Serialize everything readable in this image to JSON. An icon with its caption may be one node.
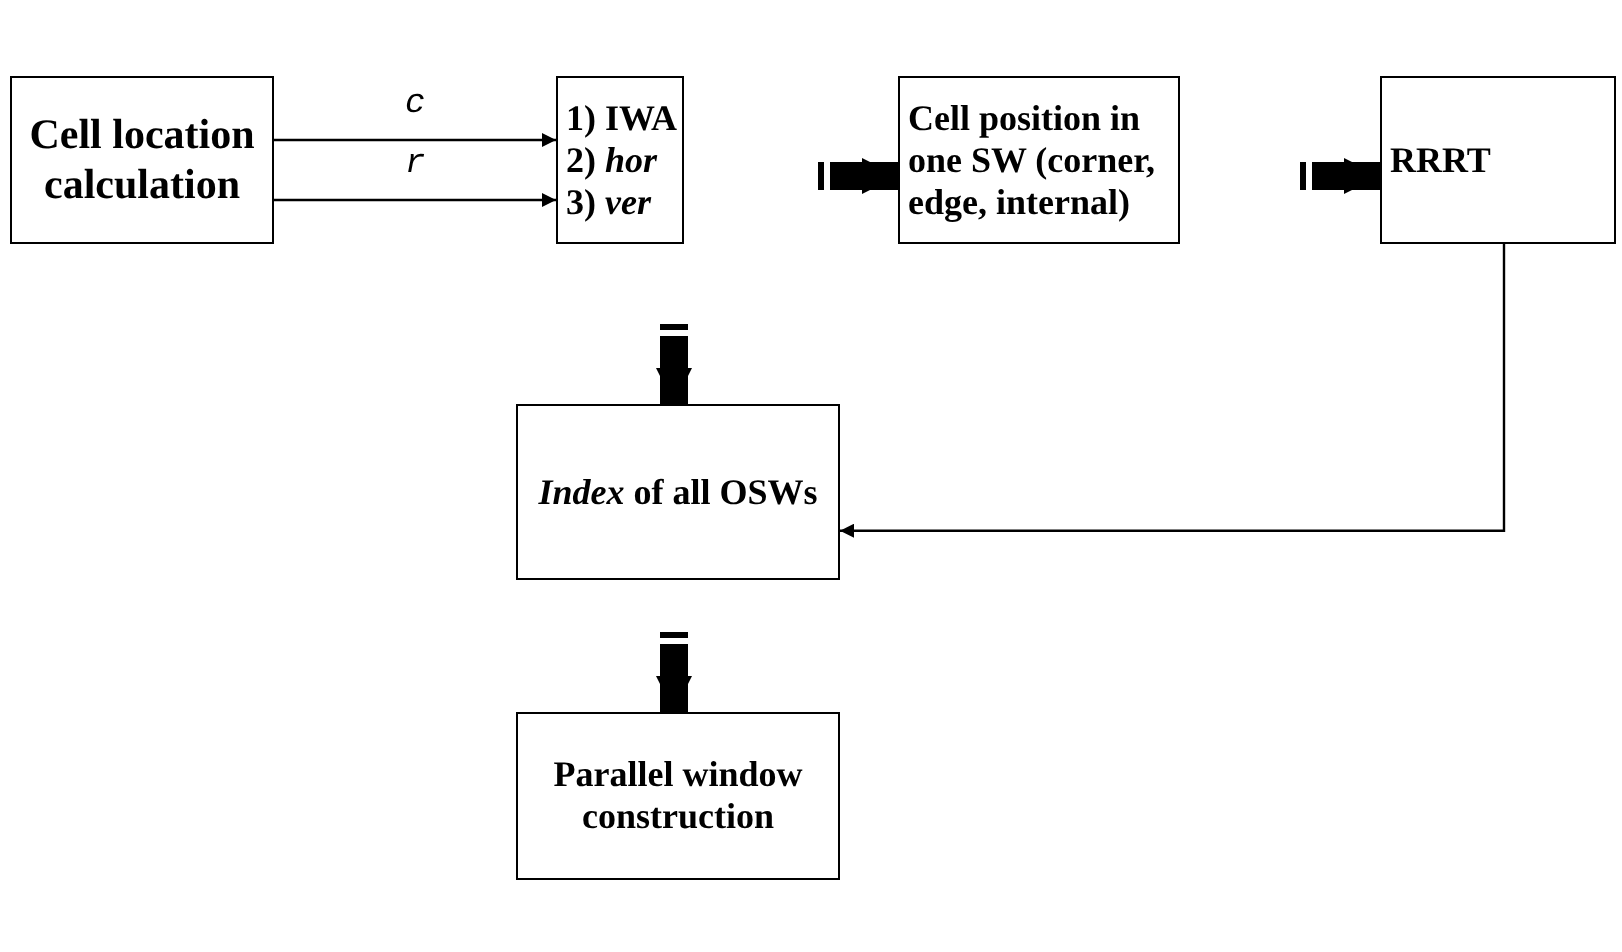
{
  "diagram": {
    "nodes": [
      {
        "text": [
          "Cell location calculation"
        ]
      },
      {
        "text": [
          "1) IWA",
          "2) *hor*",
          "3) *ver*"
        ]
      },
      {
        "text": [
          "Cell position in one SW (corner, edge, internal)"
        ]
      },
      {
        "text": [
          "RRRT"
        ]
      },
      {
        "text": [
          "*Index* of all OSWs"
        ]
      },
      {
        "text": [
          "Parallel window construction"
        ]
      }
    ],
    "edges": [
      {
        "from": 0,
        "to": 1,
        "arrow": "to",
        "label": "c"
      },
      {
        "from": 0,
        "to": 1,
        "arrow": "to",
        "label": "r"
      },
      {
        "from": 1,
        "to": 2,
        "arrow": "to",
        "style": "thick"
      },
      {
        "from": 2,
        "to": 3,
        "arrow": "to",
        "style": "thick"
      },
      {
        "from": 1,
        "to": 4,
        "arrow": "to",
        "style": "thick"
      },
      {
        "from": 3,
        "to": 4,
        "arrow": "to"
      },
      {
        "from": 4,
        "to": 5,
        "arrow": "to",
        "style": "thick"
      }
    ]
  }
}
